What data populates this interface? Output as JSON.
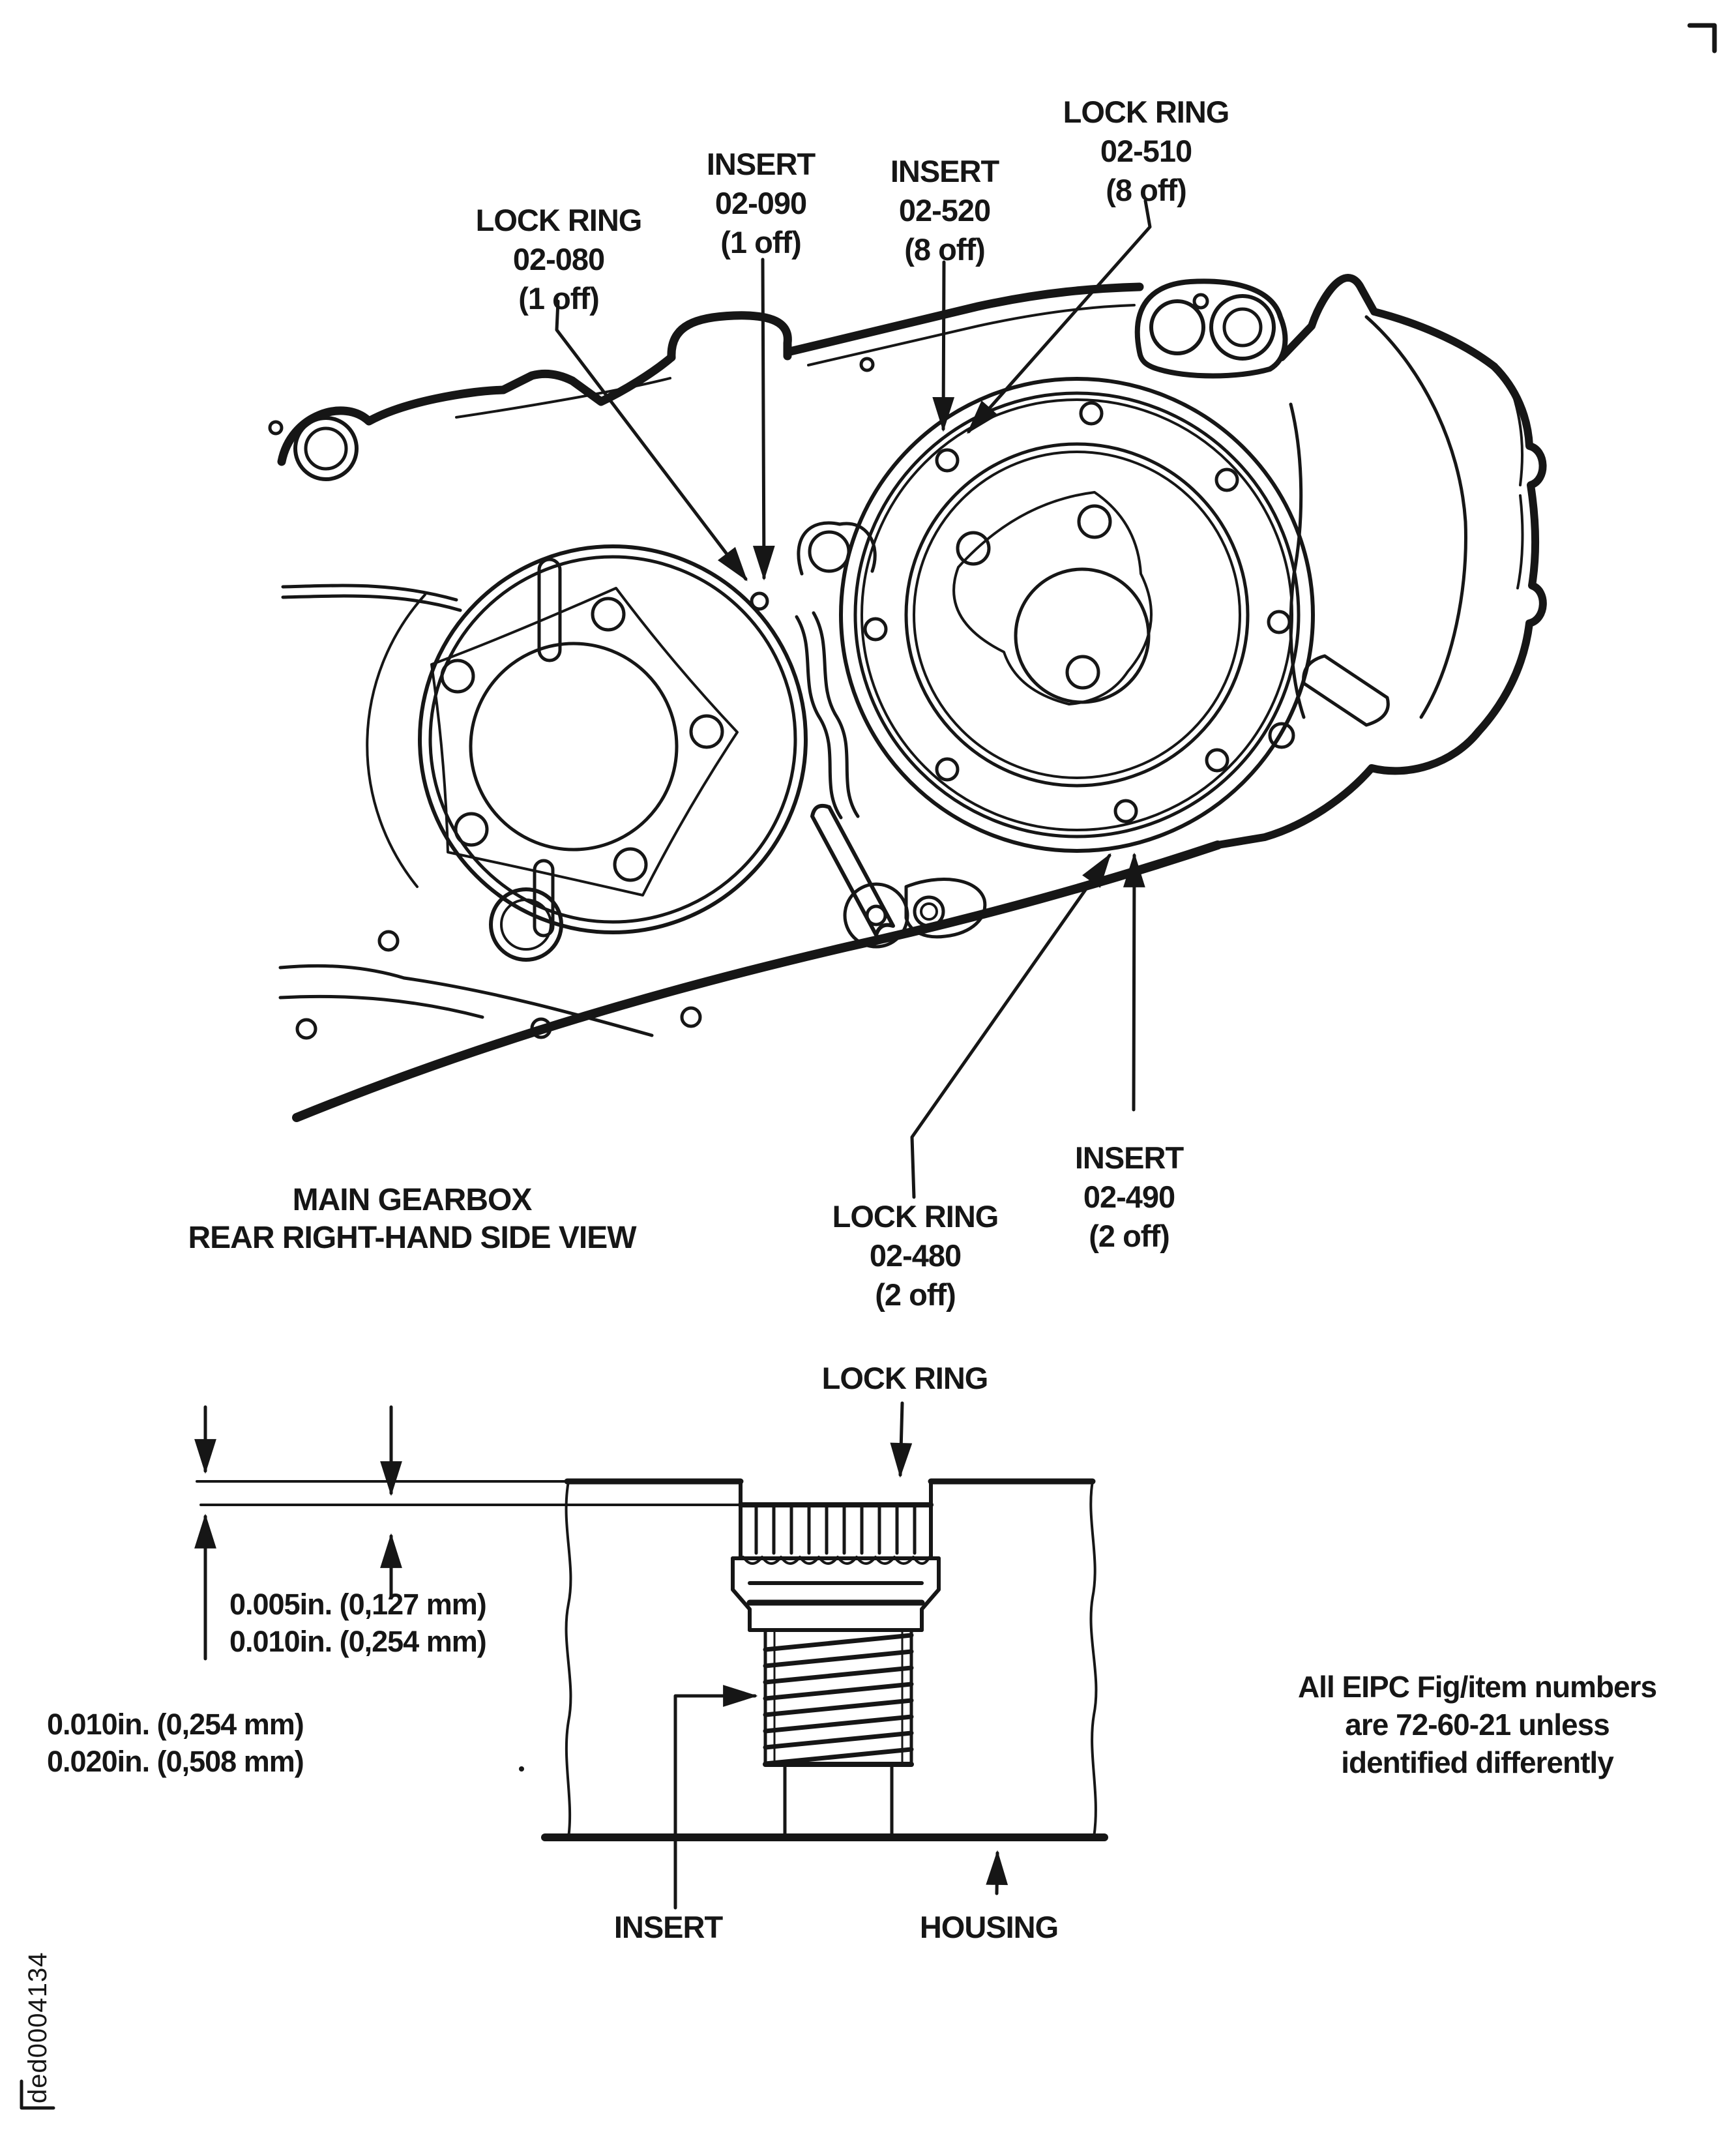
{
  "callouts": {
    "lock_ring_080": [
      "LOCK RING",
      "02-080",
      "(1 off)"
    ],
    "insert_090": [
      "INSERT",
      "02-090",
      "(1 off)"
    ],
    "insert_520": [
      "INSERT",
      "02-520",
      "(8 off)"
    ],
    "lock_ring_510": [
      "LOCK RING",
      "02-510",
      "(8 off)"
    ],
    "insert_490": [
      "INSERT",
      "02-490",
      "(2 off)"
    ],
    "lock_ring_480": [
      "LOCK RING",
      "02-480",
      "(2 off)"
    ]
  },
  "view_title": [
    "MAIN GEARBOX",
    "REAR RIGHT-HAND SIDE VIEW"
  ],
  "section": {
    "lock_ring": "LOCK RING",
    "insert": "INSERT",
    "housing": "HOUSING",
    "dims_upper": [
      "0.005in. (0,127 mm)",
      "0.010in. (0,254 mm)"
    ],
    "dims_lower": [
      "0.010in. (0,254 mm)",
      "0.020in. (0,508 mm)"
    ]
  },
  "note": [
    "All EIPC Fig/item numbers",
    "are 72-60-21 unless",
    "identified differently"
  ],
  "doc_id": "ded0004134",
  "colors": {
    "ink": "#161616",
    "paper": "#ffffff"
  }
}
